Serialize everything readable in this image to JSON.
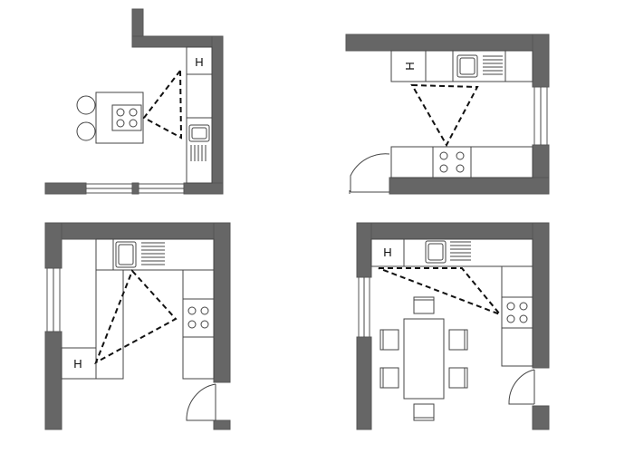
{
  "plans": [
    {
      "id": "l-shaped-kitchen",
      "icons": [
        "fridge-icon",
        "stove-icon",
        "sink-icon"
      ],
      "fridge_label": "H"
    },
    {
      "id": "galley-kitchen",
      "icons": [
        "fridge-icon",
        "sink-icon",
        "stove-icon"
      ],
      "fridge_label": "H"
    },
    {
      "id": "u-shaped-kitchen",
      "icons": [
        "sink-icon",
        "stove-icon",
        "fridge-icon"
      ],
      "fridge_label": "H"
    },
    {
      "id": "kitchen-with-dining-table",
      "icons": [
        "fridge-icon",
        "sink-icon",
        "stove-icon"
      ],
      "fridge_label": "H"
    }
  ],
  "colors": {
    "wall": "#666666",
    "line": "#444444",
    "triangle": "#111111",
    "background": "#ffffff"
  }
}
